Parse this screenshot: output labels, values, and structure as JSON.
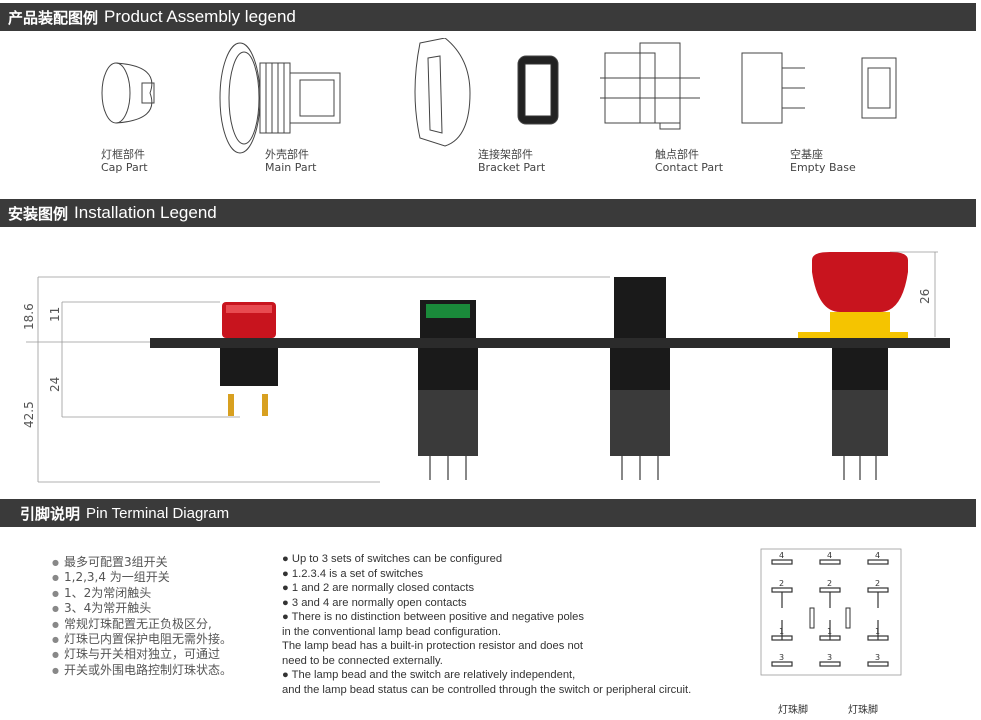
{
  "sections": {
    "assembly": {
      "cn": "产品装配图例",
      "en": "Product Assembly legend"
    },
    "installation": {
      "cn": "安装图例",
      "en": "Installation Legend"
    },
    "pins": {
      "cn": "引脚说明",
      "en": "Pin Terminal Diagram"
    }
  },
  "parts": [
    {
      "cn": "灯框部件",
      "en": "Cap Part"
    },
    {
      "cn": "外壳部件",
      "en": "Main Part"
    },
    {
      "cn": "连接架部件",
      "en": "Bracket Part"
    },
    {
      "cn": "触点部件",
      "en": "Contact Part"
    },
    {
      "cn": "空基座",
      "en": "Empty Base"
    }
  ],
  "dimensions": {
    "total_height": "42.5",
    "upper": "18.6",
    "cap": "11",
    "lower": "24",
    "mushroom": "26"
  },
  "colors": {
    "bar": "#3a3a3a",
    "red": "#c8141e",
    "green": "#1a8a3a",
    "yellow": "#f5c400",
    "black": "#1a1a1a"
  },
  "notes_cn": [
    "最多可配置3组开关",
    "1,2,3,4 为一组开关",
    "1、2为常闭触头",
    "3、4为常开触头",
    "常规灯珠配置无正负极区分,",
    "灯珠已内置保护电阻无需外接。",
    "灯珠与开关相对独立，可通过",
    "开关或外围电路控制灯珠状态。"
  ],
  "notes_en": [
    "● Up to 3 sets of switches can be configured",
    "● 1.2.3.4 is a set of switches",
    "● 1 and 2 are normally closed contacts",
    "● 3 and 4 are normally open contacts",
    "● There is no distinction between positive and negative poles",
    "in the conventional lamp bead configuration.",
    " The lamp bead has a built-in protection resistor and does not",
    "need to be connected externally.",
    "● The lamp bead and the switch are relatively independent,",
    "and the lamp bead status can be controlled through the switch or peripheral circuit."
  ],
  "pin_diagram": {
    "lamp_pin_label": "灯珠脚",
    "numbers": [
      "4",
      "2",
      "1",
      "3"
    ]
  }
}
